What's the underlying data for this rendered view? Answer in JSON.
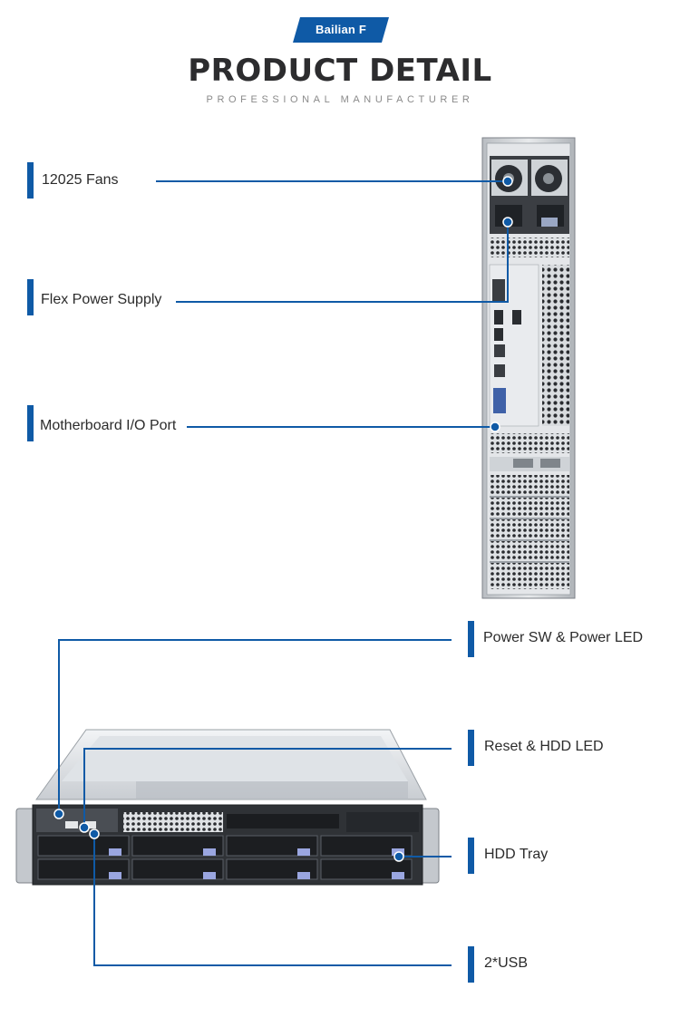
{
  "brand": {
    "logo_text": "Bailian F",
    "accent_color": "#0f5aa6"
  },
  "header": {
    "title": "PRODUCT DETAIL",
    "subtitle": "PROFESSIONAL MANUFACTURER"
  },
  "rear_view": {
    "callouts": [
      {
        "label": "12025 Fans"
      },
      {
        "label": "Flex Power Supply"
      },
      {
        "label": "Motherboard I/O Port"
      }
    ]
  },
  "front_view": {
    "callouts": [
      {
        "label": "Power SW & Power LED"
      },
      {
        "label": "Reset & HDD LED"
      },
      {
        "label": "HDD Tray"
      },
      {
        "label": "2*USB"
      }
    ]
  }
}
